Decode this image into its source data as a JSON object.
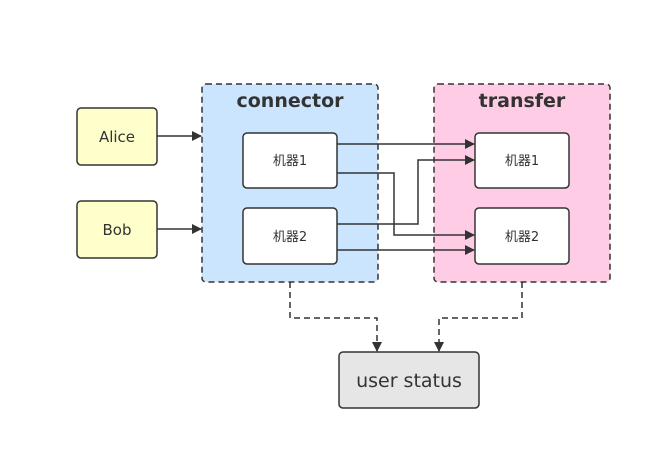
{
  "diagram": {
    "clients": {
      "alice": {
        "label": "Alice"
      },
      "bob": {
        "label": "Bob"
      }
    },
    "connector": {
      "title": "connector",
      "machine1": {
        "label": "机器1"
      },
      "machine2": {
        "label": "机器2"
      }
    },
    "transfer": {
      "title": "transfer",
      "machine1": {
        "label": "机器1"
      },
      "machine2": {
        "label": "机器2"
      }
    },
    "status": {
      "label": "user status"
    }
  },
  "colors": {
    "client_fill": "#ffffcc",
    "connector_fill": "#cce5ff",
    "transfer_fill": "#ffcce6",
    "status_fill": "#e6e6e6",
    "stroke": "#333333"
  }
}
